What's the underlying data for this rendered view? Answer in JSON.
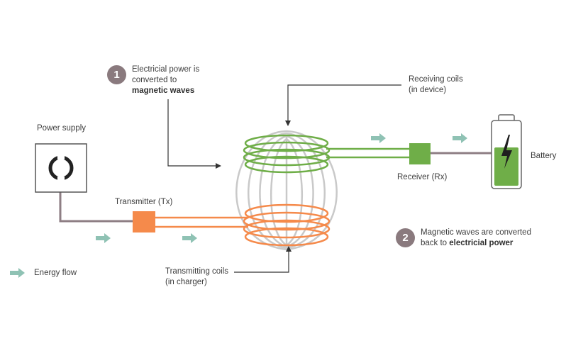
{
  "step1": {
    "number": "1",
    "line1": "Electricial power is",
    "line2": "converted to",
    "line3": "magnetic waves"
  },
  "step2": {
    "number": "2",
    "line1": "Magnetic waves are converted",
    "line2_prefix": "back to ",
    "line2_bold": "electricial power"
  },
  "labels": {
    "power_supply": "Power supply",
    "transmitter": "Transmitter (Tx)",
    "receiver": "Receiver (Rx)",
    "battery": "Battery",
    "receiving_coils_1": "Receiving coils",
    "receiving_coils_2": "(in device)",
    "transmitting_coils_1": "Transmitting coils",
    "transmitting_coils_2": "(in charger)",
    "energy_flow": "Energy flow"
  },
  "colors": {
    "orange": "#f58a4b",
    "green": "#6fae48",
    "gray_line": "#8e7e84",
    "field": "#c9c9c9",
    "arrow": "#8fc2b4",
    "badge": "#8a7a7e",
    "text": "#3d3d3d"
  },
  "icons": [
    "power-outlet-icon",
    "battery-icon",
    "lightning-bolt-icon",
    "energy-flow-arrow-icon"
  ]
}
